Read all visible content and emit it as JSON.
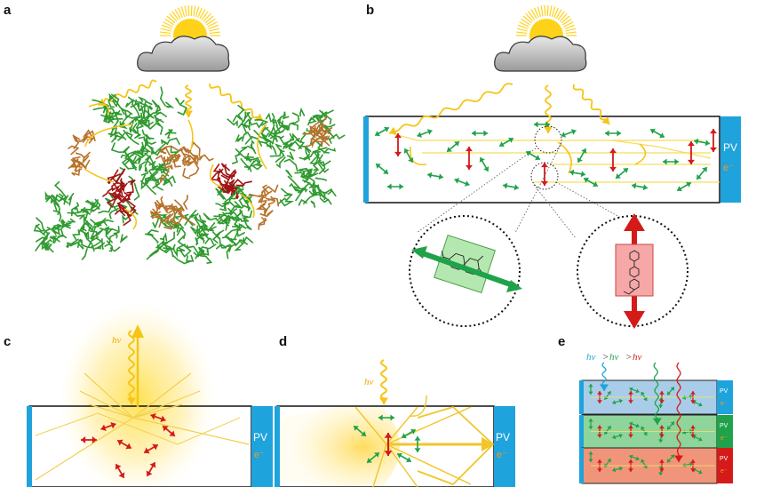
{
  "panels": {
    "a": {
      "label": "a"
    },
    "b": {
      "label": "b",
      "pv_label": "PV",
      "e_label": "e⁻"
    },
    "c": {
      "label": "c",
      "pv_label": "PV",
      "e_label": "e⁻",
      "hv_label": "hν"
    },
    "d": {
      "label": "d",
      "pv_label": "PV",
      "e_label": "e⁻",
      "hv_label": "hν"
    },
    "e": {
      "label": "e",
      "hv1": "hν",
      "gt1": ">",
      "hv2": "hν",
      "gt2": ">",
      "hv3": "hν",
      "layers": [
        {
          "pv_label": "PV",
          "e_label": "e⁻",
          "color": "#a9cde8"
        },
        {
          "pv_label": "PV",
          "e_label": "e⁻",
          "color": "#8fd49a"
        },
        {
          "pv_label": "PV",
          "e_label": "e⁻",
          "color": "#f0957a"
        }
      ]
    }
  },
  "colors": {
    "sun": "#ffd21a",
    "ray": "#f5c518",
    "green_arrow": "#1fa24a",
    "red_arrow": "#d51a1a",
    "pv_blue": "#1ea3dc",
    "cloud": "#c8c8c8",
    "polymer_green": "#2f9a2f",
    "polymer_brown": "#b8722a",
    "polymer_red": "#a01414"
  },
  "icons": [
    "sun-icon",
    "cloud-icon",
    "coumarin-molecule-icon",
    "red-dye-molecule-icon"
  ]
}
